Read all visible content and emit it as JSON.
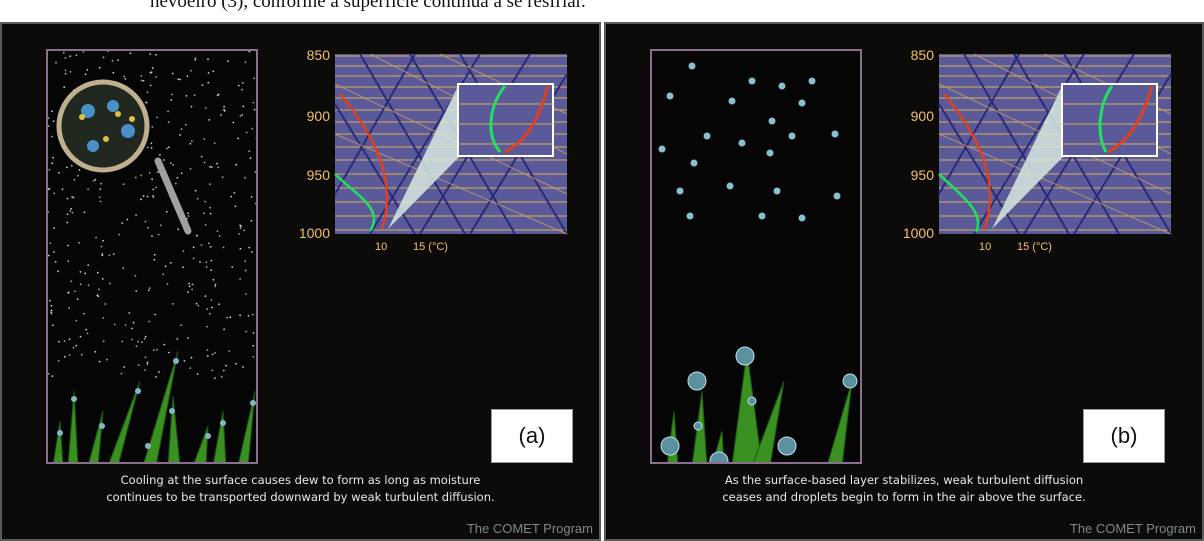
{
  "top_text": "nevoeiro (3), conforme a superfície continua a se resfriar.",
  "panels": [
    {
      "label": "(a)",
      "caption_line1": "Cooling at the surface causes dew to form as long as moisture",
      "caption_line2": "continues to be transported downward by weak turbulent diffusion.",
      "credit": "The COMET Program"
    },
    {
      "label": "(b)",
      "caption_line1": "As the surface-based layer stabilizes, weak turbulent diffusion",
      "caption_line2": "ceases and droplets begin to form in the air above the surface.",
      "credit": "The COMET Program"
    }
  ],
  "skewt": {
    "pressure_labels": [
      "850",
      "900",
      "950",
      "1000"
    ],
    "temperature_labels": [
      "10",
      "15 (°C)"
    ]
  },
  "colors": {
    "panel_bg": "#0c0b0a",
    "chart_bg": "#5a5a9a",
    "isobar": "#d8b050",
    "isotherm": "#2a2a7a",
    "temperature_curve": "#e04020",
    "dewpoint_curve": "#20e060",
    "grass": "#3a9020"
  }
}
